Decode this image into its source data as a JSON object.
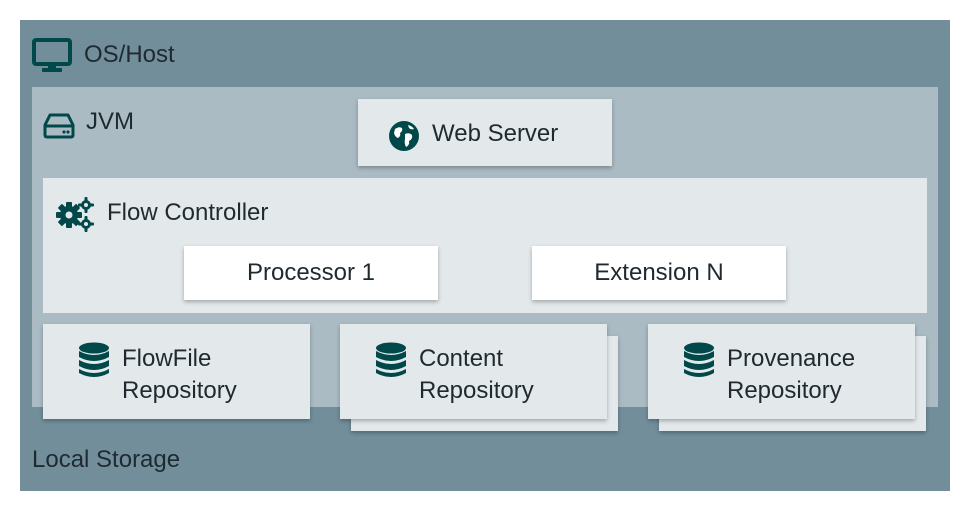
{
  "os_host": {
    "label": "OS/Host",
    "icon": "monitor-icon"
  },
  "jvm": {
    "label": "JVM",
    "icon": "hard-drive-icon"
  },
  "web_server": {
    "label": "Web Server",
    "icon": "globe-icon"
  },
  "flow_controller": {
    "label": "Flow Controller",
    "icon": "gears-icon",
    "processor": "Processor 1",
    "extension": "Extension N"
  },
  "repositories": [
    {
      "line1": "FlowFile",
      "line2": "Repository",
      "icon": "database-icon"
    },
    {
      "line1": "Content",
      "line2": "Repository",
      "icon": "database-icon"
    },
    {
      "line1": "Provenance",
      "line2": "Repository",
      "icon": "database-icon"
    }
  ],
  "local_storage": {
    "label": "Local Storage"
  },
  "colors": {
    "os_host_bg": "#728e9b",
    "jvm_bg": "#aabbc3",
    "panel_bg": "#e3e8eb",
    "box_bg": "#ffffff",
    "icon": "#004849"
  }
}
